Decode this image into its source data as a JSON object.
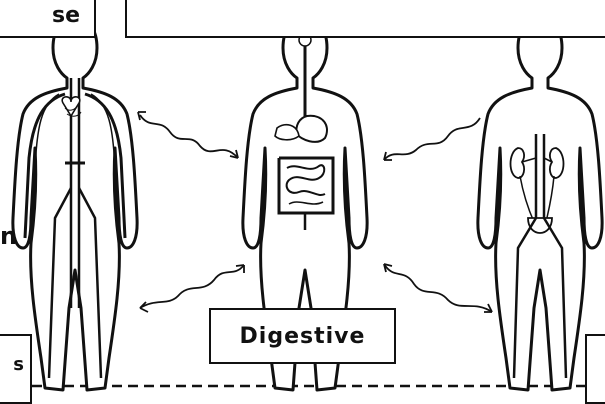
{
  "labels": {
    "top_left": "se",
    "digestive": "Digestive",
    "bottom_left": "s",
    "left_edge_letter": "n"
  },
  "icons": {
    "figure_left": "circulatory-system-figure",
    "figure_center": "digestive-system-figure",
    "figure_right": "excretory-system-figure"
  }
}
